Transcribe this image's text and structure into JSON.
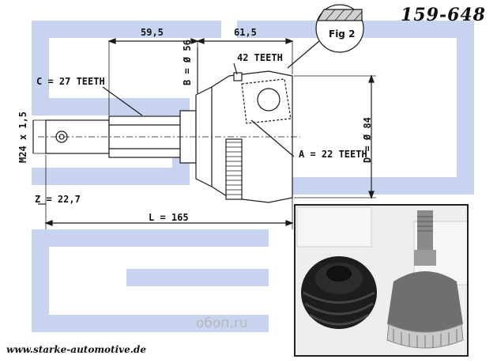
{
  "header": {
    "part_number": "159-648"
  },
  "figure": {
    "label": "Fig 2"
  },
  "dimensions": {
    "length_a": "59,5",
    "length_b": "61,5",
    "teeth_outer": "42 TEETH",
    "bore": "B = Ø 56",
    "spline_c": "C = 27 TEETH",
    "thread": "M24 x 1,5",
    "spline_a": "A = 22 TEETH",
    "diameter_d": "D = Ø 84",
    "offset_z": "Z = 22,7",
    "total_length": "L = 165"
  },
  "footer": {
    "website": "www.starke-automotive.de"
  },
  "watermark": {
    "text": "oбоп.ru"
  },
  "colors": {
    "logo_blue": "#c7d3ef",
    "line": "#1a1a1a"
  }
}
